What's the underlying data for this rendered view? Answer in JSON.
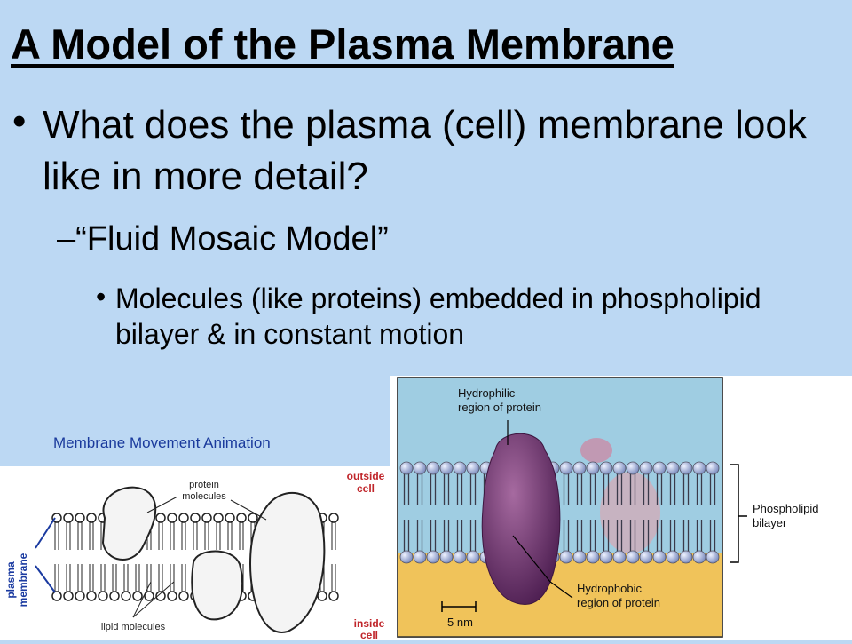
{
  "slide": {
    "title": "A Model of the Plasma Membrane",
    "bullet1": "What does the plasma (cell) membrane look like in more detail?",
    "bullet2": "–“Fluid Mosaic Model”",
    "bullet3": "Molecules (like proteins) embedded in phospholipid bilayer & in constant motion",
    "link": "Membrane Movement Animation"
  },
  "figure_left": {
    "protein_label_line1": "protein",
    "protein_label_line2": "molecules",
    "outside_line1": "outside",
    "outside_line2": "cell",
    "inside_line1": "inside",
    "inside_line2": "cell",
    "lipid_label": "lipid molecules",
    "side_label_line1": "plasma",
    "side_label_line2": "membrane"
  },
  "figure_right": {
    "hydrophilic_line1": "Hydrophilic",
    "hydrophilic_line2": "region of protein",
    "phospholipid_line1": "Phospholipid",
    "phospholipid_line2": "bilayer",
    "hydrophobic_line1": "Hydrophobic",
    "hydrophobic_line2": "region of protein",
    "scale": "5 nm"
  }
}
